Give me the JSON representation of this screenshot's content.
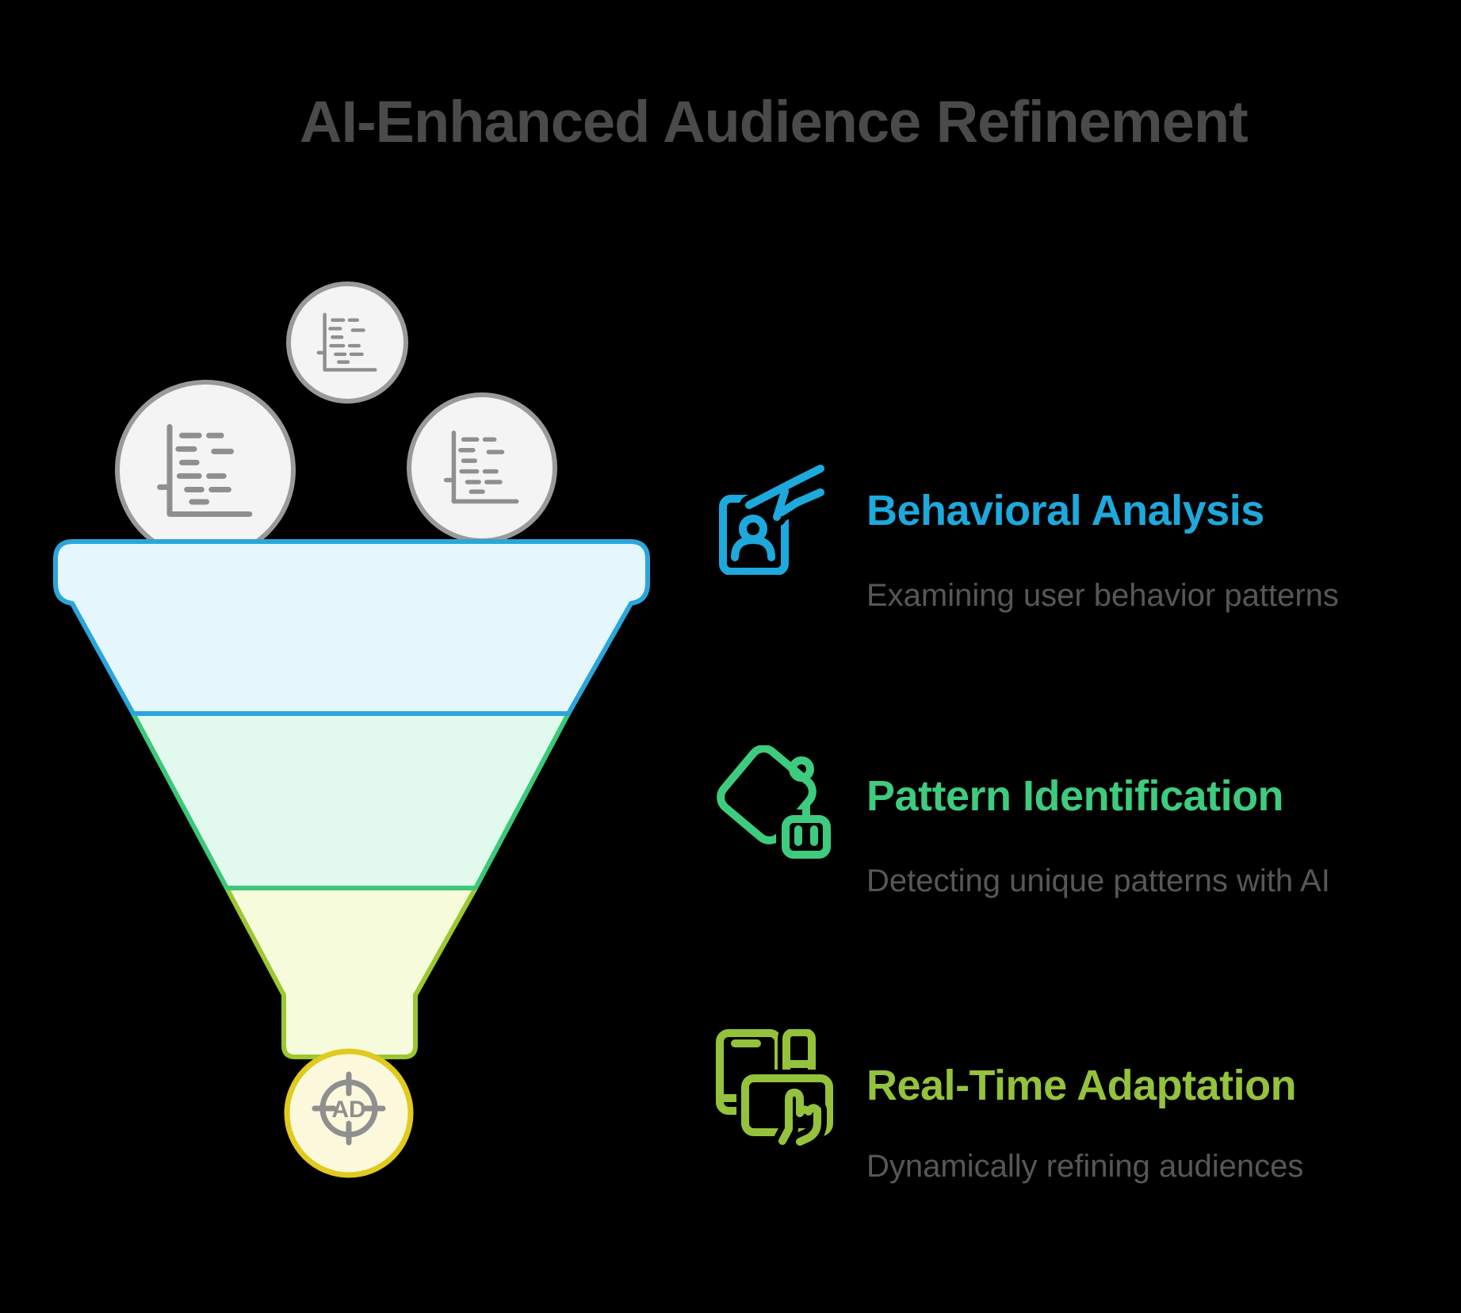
{
  "title": "AI-Enhanced Audience Refinement",
  "funnel": {
    "ad_label": "AD",
    "stages": [
      {
        "name": "top-stage"
      },
      {
        "name": "middle-stage"
      },
      {
        "name": "bottom-stage"
      }
    ]
  },
  "items": [
    {
      "icon": "id-badge-hand-icon",
      "title": "Behavioral Analysis",
      "description": "Examining user behavior patterns"
    },
    {
      "icon": "price-tag-robot-icon",
      "title": "Pattern Identification",
      "description": "Detecting unique patterns with AI"
    },
    {
      "icon": "devices-tap-icon",
      "title": "Real-Time Adaptation",
      "description": "Dynamically refining audiences"
    }
  ],
  "colors": {
    "background": "#000000",
    "title_text": "#4a4a4a",
    "description_text": "#575757",
    "accent_blue": "#1da9dc",
    "accent_green": "#3ecb7e",
    "accent_lime": "#94c23c",
    "funnel_blue_fill": "#e6f6fd",
    "funnel_blue_stroke": "#2aa6db",
    "funnel_green_fill": "#e2faee",
    "funnel_green_stroke": "#3cc878",
    "funnel_yellow_fill": "#f6fbdc",
    "funnel_yellow_stroke": "#9bc831",
    "ad_circle_fill": "#fbf8dc",
    "ad_circle_stroke": "#e0ca1e",
    "data_circle_fill": "#f4f4f4",
    "data_circle_stroke": "#9a9a9a",
    "icon_gray": "#8f8f8f"
  }
}
